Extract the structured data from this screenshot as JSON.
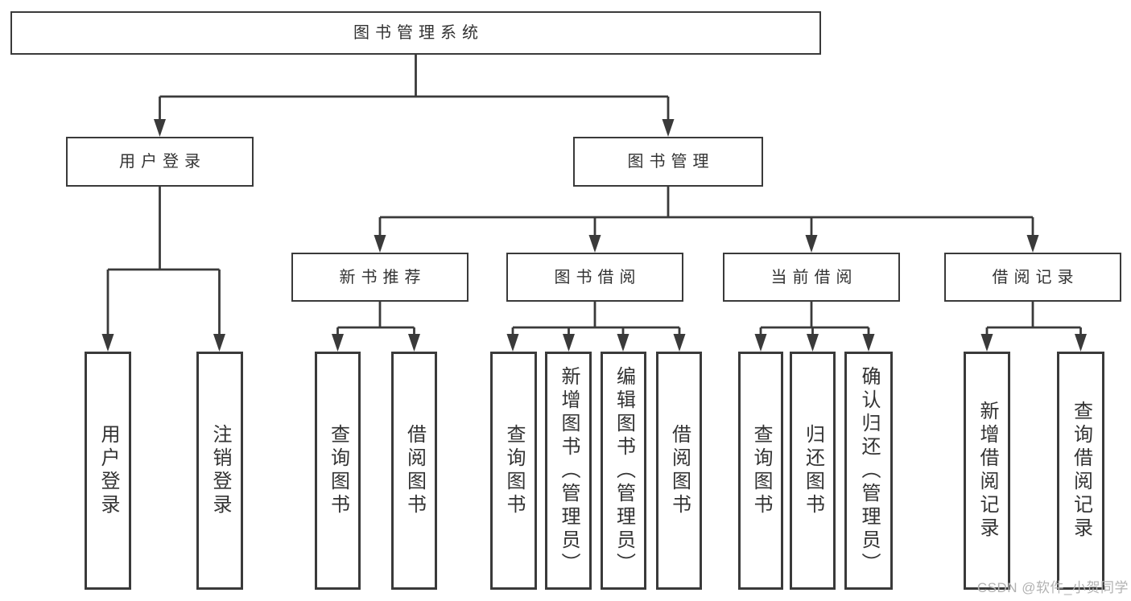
{
  "diagram": {
    "watermark": "CSDN @软件_小贺同学",
    "colors": {
      "line": "#3a3a3a",
      "box_border": "#3a3a3a",
      "text": "#333333",
      "background": "#ffffff",
      "watermark_text": "#b2b2b2"
    },
    "hierarchy": {
      "label": "图书管理系统",
      "children": [
        {
          "label": "用户登录",
          "children": [
            {
              "label": "用户登录"
            },
            {
              "label": "注销登录"
            }
          ]
        },
        {
          "label": "图书管理",
          "children": [
            {
              "label": "新书推荐",
              "children": [
                {
                  "label": "查询图书"
                },
                {
                  "label": "借阅图书"
                }
              ]
            },
            {
              "label": "图书借阅",
              "children": [
                {
                  "label": "查询图书"
                },
                {
                  "label": "新增图书（管理员）"
                },
                {
                  "label": "编辑图书（管理员）"
                },
                {
                  "label": "借阅图书"
                }
              ]
            },
            {
              "label": "当前借阅",
              "children": [
                {
                  "label": "查询图书"
                },
                {
                  "label": "归还图书"
                },
                {
                  "label": "确认归还（管理员）"
                }
              ]
            },
            {
              "label": "借阅记录",
              "children": [
                {
                  "label": "新增借阅记录"
                },
                {
                  "label": "查询借阅记录"
                }
              ]
            }
          ]
        }
      ]
    }
  }
}
